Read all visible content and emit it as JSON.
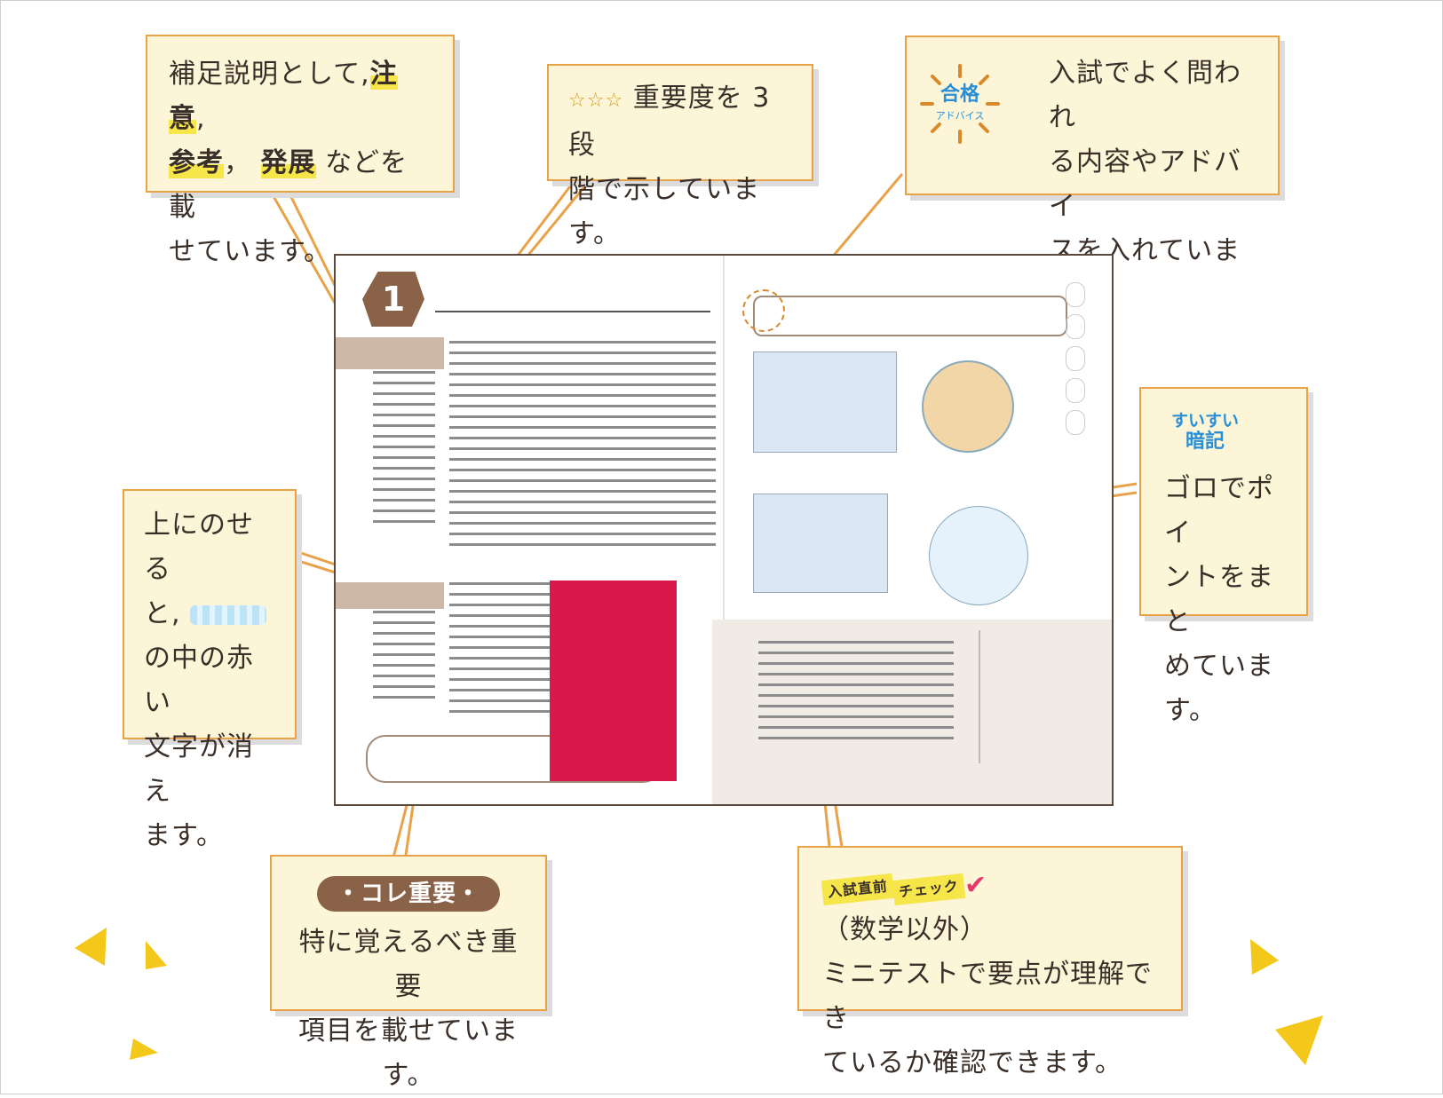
{
  "callouts": {
    "supplement": {
      "lines": [
        "補足説明として,",
        "",
        "",
        "",
        "せています。"
      ],
      "w1": "注意",
      "w2": "参考",
      "w3": "発展",
      "sep1": ",",
      "sep2": "，",
      "tail": "などを載"
    },
    "importance": {
      "stars": "☆☆☆",
      "text1": "重要度を 3 段",
      "text2": "階で示しています。"
    },
    "exam_advice": {
      "badge_top": "合格",
      "badge_bottom": "アドバイス",
      "lines": [
        "入試でよく問われ",
        "る内容やアドバイ",
        "スを入れています。"
      ]
    },
    "red_sheet": {
      "lines": [
        "上にのせる",
        "と,",
        "の中の赤い",
        "文字が消え",
        "ます。"
      ]
    },
    "mnemonic": {
      "badge_top": "すいすい",
      "badge_bottom": "暗記",
      "lines": [
        "ゴロでポイ",
        "ントをまと",
        "めています。"
      ]
    },
    "key_point": {
      "badge": "・コレ重要・",
      "lines": [
        "特に覚えるべき重要",
        "項目を載せています。"
      ]
    },
    "precheck": {
      "badge_a": "入試直前",
      "badge_b": "チェック",
      "paren": "（数学以外）",
      "lines": [
        "ミニテストで要点が理解でき",
        "ているか確認できます。"
      ]
    }
  },
  "book": {
    "chapter_number": "1"
  },
  "colors": {
    "callout_bg": "#fdf5d8",
    "callout_border": "#e9a24a",
    "accent_brown": "#8a6248",
    "red_sheet": "#d8174a",
    "highlight": "#f7e64a",
    "triangle": "#f3c81a"
  }
}
